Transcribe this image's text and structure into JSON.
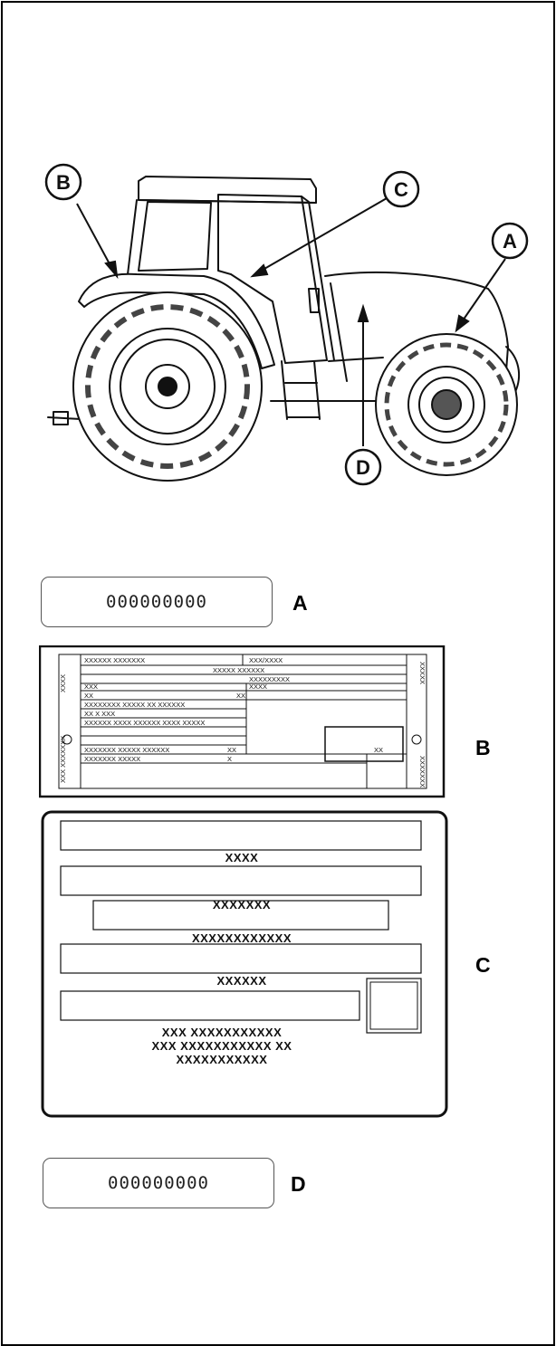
{
  "callouts": {
    "a": "A",
    "b": "B",
    "c": "C",
    "d": "D"
  },
  "plate_a": {
    "serial": "000000000",
    "label": "A"
  },
  "plate_b": {
    "label": "B",
    "left_side": [
      "XXXX",
      "XXX XXXXXXX"
    ],
    "right_side": [
      "XXXXX",
      "XXXXXXX"
    ],
    "r1l": "XXXXXX XXXXXXX",
    "r1r": "XXX/XXXX",
    "r2": "XXXXX XXXXXX",
    "r3": "XXXXXXXXX",
    "r4l": "XXX",
    "r4r": "XXXX",
    "r5l": "XX",
    "r5r": "XX",
    "r6": "XXXXXXXX XXXXX XX  XXXXXX",
    "r7": "XX X XXX",
    "r8": "XXXXXX XXXX XXXXXX XXXX XXXXX",
    "r9l": "XXXXXXX XXXXX  XXXXXX",
    "r9m": "XX",
    "r9r": "XX",
    "r10l": "XXXXXXX XXXXX",
    "r10m": "X"
  },
  "plate_c": {
    "label": "C",
    "field1": "XXXX",
    "field2": "XXXXXXX",
    "field3": "XXXXXXXXXXXX",
    "field4": "XXXXXX",
    "bottom1": "XXX XXXXXXXXXXX",
    "bottom2": "XXX XXXXXXXXXXX XX",
    "bottom3": "XXXXXXXXXXX"
  },
  "plate_d": {
    "serial": "000000000",
    "label": "D"
  }
}
